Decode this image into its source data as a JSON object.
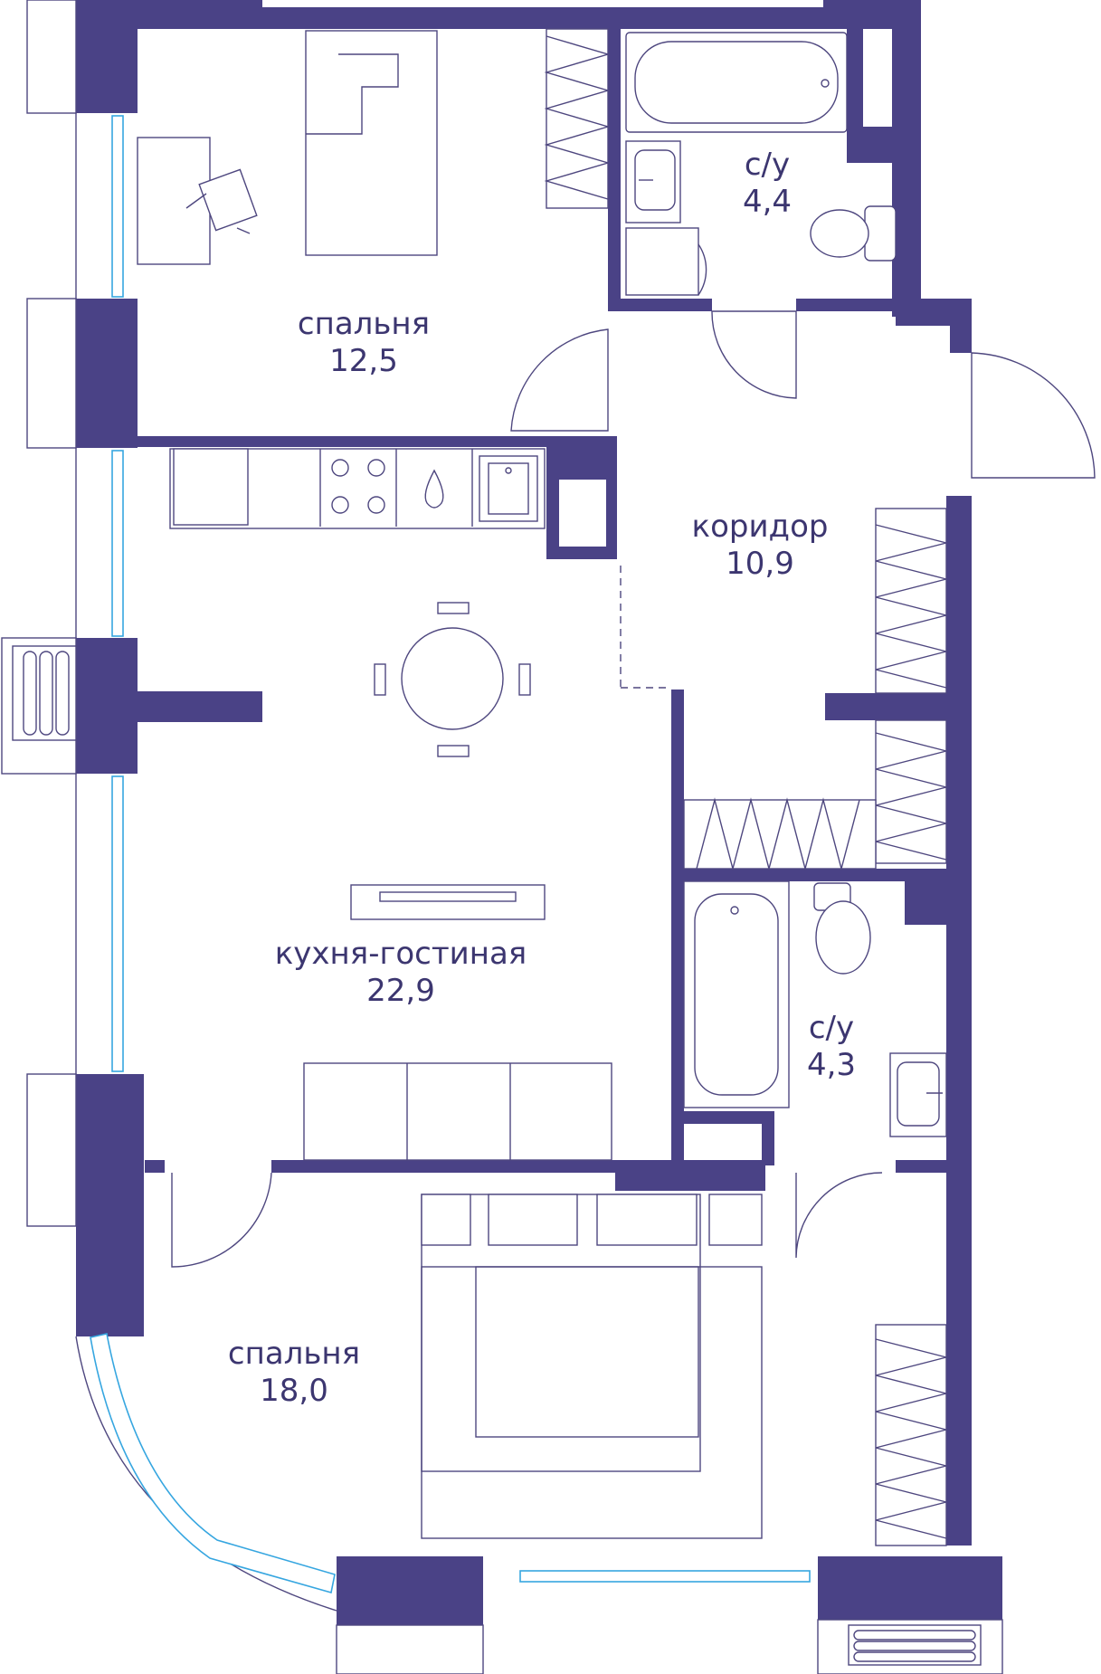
{
  "colors": {
    "wall": "#4a4286",
    "line": "#4e477f",
    "glass": "#36a6e0",
    "text": "#3c3670",
    "background": "#ffffff"
  },
  "rooms": [
    {
      "id": "bedroom-1",
      "name": "спальня",
      "area": "12,5"
    },
    {
      "id": "bathroom-1",
      "name": "с/у",
      "area": "4,4"
    },
    {
      "id": "corridor",
      "name": "коридор",
      "area": "10,9"
    },
    {
      "id": "kitchen-living",
      "name": "кухня-гостиная",
      "area": "22,9"
    },
    {
      "id": "bathroom-2",
      "name": "с/у",
      "area": "4,3"
    },
    {
      "id": "bedroom-2",
      "name": "спальня",
      "area": "18,0"
    }
  ]
}
